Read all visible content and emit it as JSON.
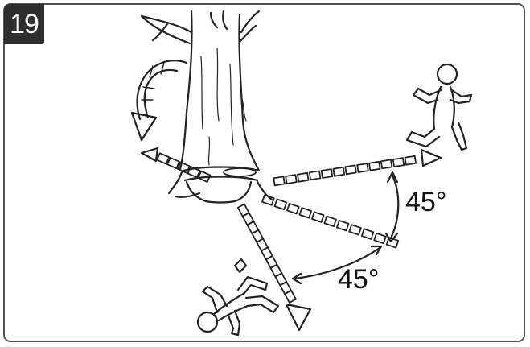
{
  "figure": {
    "number": "19",
    "angles": {
      "upper": "45°",
      "lower": "45°"
    }
  },
  "colors": {
    "ink": "#222222",
    "badge": "#2e2e2e",
    "frame": "#555555"
  }
}
